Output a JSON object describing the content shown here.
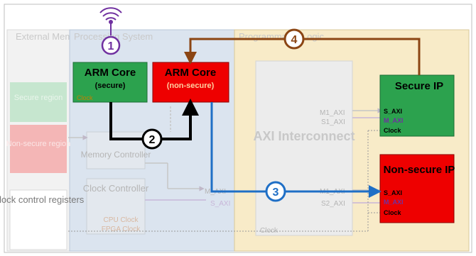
{
  "regions": {
    "external_memory": "External Memory",
    "processing_system": "Processing System",
    "programmable_logic": "Programmable Logic"
  },
  "memory": {
    "secure_region": "Secure region",
    "non_secure_region": "Non-secure region"
  },
  "clock_control_registers": "Clock control registers",
  "arm_core_secure": {
    "title": "ARM Core",
    "subtitle": "(secure)",
    "clock": "Clock"
  },
  "arm_core_nonsecure": {
    "title": "ARM Core",
    "subtitle": "(non-secure)"
  },
  "memory_controller": "Memory Controller",
  "clock_controller": {
    "title": "Clock Controller",
    "cpu_clock": "CPU Clock",
    "fpga_clock": "FPGA Clock"
  },
  "axi_interconnect": {
    "title": "AXI Interconnect",
    "m1": "M1_AXI",
    "s1": "S1_AXI",
    "m_left": "M_AXI",
    "s_left": "S_AXI",
    "m1_lower": "M1_AXI",
    "s2": "S2_AXI",
    "clock": "Clock"
  },
  "secure_ip": {
    "title": "Secure IP",
    "s_axi": "S_AXI",
    "m_axi": "M_AXI",
    "clock": "Clock"
  },
  "nonsecure_ip": {
    "title": "Non-secure IP",
    "s_axi": "S_AXI",
    "m_axi": "M_AXI",
    "clock": "Clock"
  },
  "steps": [
    "1",
    "2",
    "3",
    "4"
  ],
  "colors": {
    "secure_green": "#2ca24e",
    "nonsecure_red": "#ee0000",
    "pl_tan": "#f8ebc8",
    "ps_blue": "#dbe4ef",
    "step_purple": "#7030a0",
    "step_black": "#000000",
    "step_blue": "#1f6fc6",
    "step_brown": "#8b4513"
  }
}
